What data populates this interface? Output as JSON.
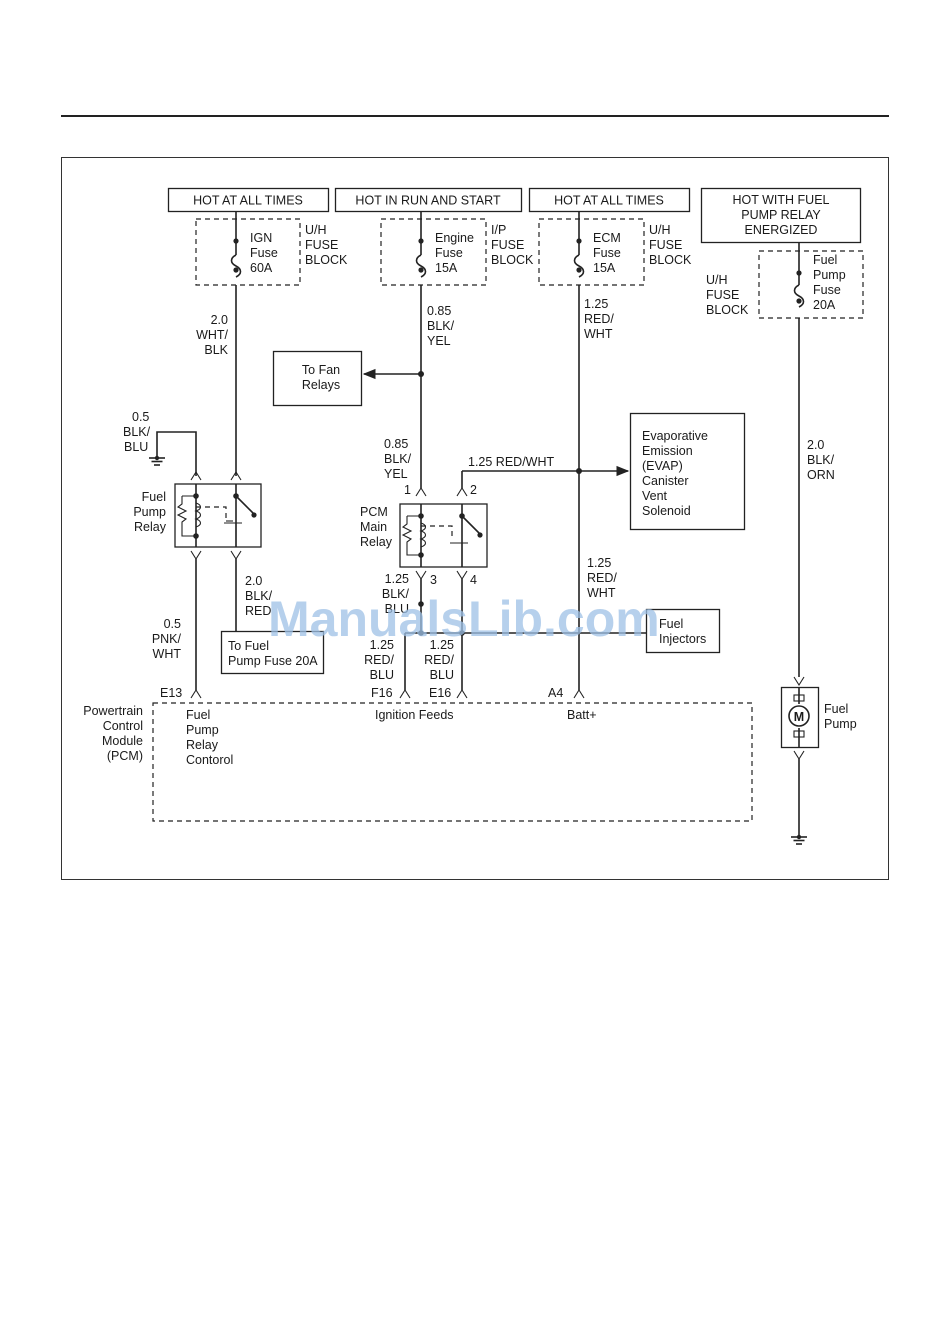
{
  "fuse_headers": {
    "ign": "HOT AT ALL TIMES",
    "engine": "HOT IN RUN AND START",
    "ecm": "HOT AT ALL TIMES",
    "pump": [
      "HOT WITH FUEL",
      "PUMP RELAY",
      "ENERGIZED"
    ]
  },
  "fuses": {
    "ign": {
      "name": [
        "IGN",
        "Fuse",
        "60A"
      ],
      "block": [
        "U/H",
        "FUSE",
        "BLOCK"
      ]
    },
    "engine": {
      "name": [
        "Engine",
        "Fuse",
        "15A"
      ],
      "block": [
        "I/P",
        "FUSE",
        "BLOCK"
      ]
    },
    "ecm": {
      "name": [
        "ECM",
        "Fuse",
        "15A"
      ],
      "block": [
        "U/H",
        "FUSE",
        "BLOCK"
      ]
    },
    "pump": {
      "name": [
        "Fuel",
        "Pump",
        "Fuse",
        "20A"
      ],
      "block": [
        "U/H",
        "FUSE",
        "BLOCK"
      ]
    }
  },
  "wires": {
    "ign_out": [
      "2.0",
      "WHT/",
      "BLK"
    ],
    "engine_out": [
      "0.85",
      "BLK/",
      "YEL"
    ],
    "ecm_out": [
      "1.25",
      "RED/",
      "WHT"
    ],
    "pump_out": [
      "2.0",
      "BLK/",
      "ORN"
    ],
    "relay_ground": [
      "0.5",
      "BLK/",
      "BLU"
    ],
    "pcm_relay_in": [
      "0.85",
      "BLK/",
      "YEL"
    ],
    "evap_feed": "1.25 RED/WHT",
    "batt_feed": [
      "1.25",
      "RED/",
      "WHT"
    ],
    "relay_out": [
      "2.0",
      "BLK/",
      "RED"
    ],
    "fp_control": [
      "0.5",
      "PNK/",
      "WHT"
    ],
    "pcm_relay_out": [
      "1.25",
      "BLK/",
      "BLU"
    ],
    "ign_feed_f16": [
      "1.25",
      "RED/",
      "BLU"
    ],
    "ign_feed_e16": [
      "1.25",
      "RED/",
      "BLU"
    ]
  },
  "components": {
    "fan_relays": [
      "To Fan",
      "Relays"
    ],
    "fuel_pump_relay": [
      "Fuel",
      "Pump",
      "Relay"
    ],
    "pcm_main_relay": [
      "PCM",
      "Main",
      "Relay"
    ],
    "evap": [
      "Evaporative",
      "Emission",
      "(EVAP)",
      "Canister",
      "Vent",
      "Solenoid"
    ],
    "fuel_pump_fuse_ref": [
      "To Fuel",
      "Pump Fuse 20A"
    ],
    "fuel_injectors": [
      "Fuel",
      "Injectors"
    ],
    "fuel_pump": [
      "Fuel",
      "Pump"
    ],
    "fuel_pump_motor": "M",
    "pcm": [
      "Powertrain",
      "Control",
      "Module",
      "(PCM)"
    ]
  },
  "pins": {
    "relay": [
      "1",
      "2",
      "3",
      "4"
    ],
    "pcm": [
      "E13",
      "F16",
      "E16",
      "A4"
    ]
  },
  "pcm_functions": {
    "fuel_pump_control": [
      "Fuel",
      "Pump",
      "Relay",
      "Contorol"
    ],
    "ignition_feeds": "Ignition Feeds",
    "batt": "Batt+"
  },
  "watermark": "ManualsLib.com"
}
